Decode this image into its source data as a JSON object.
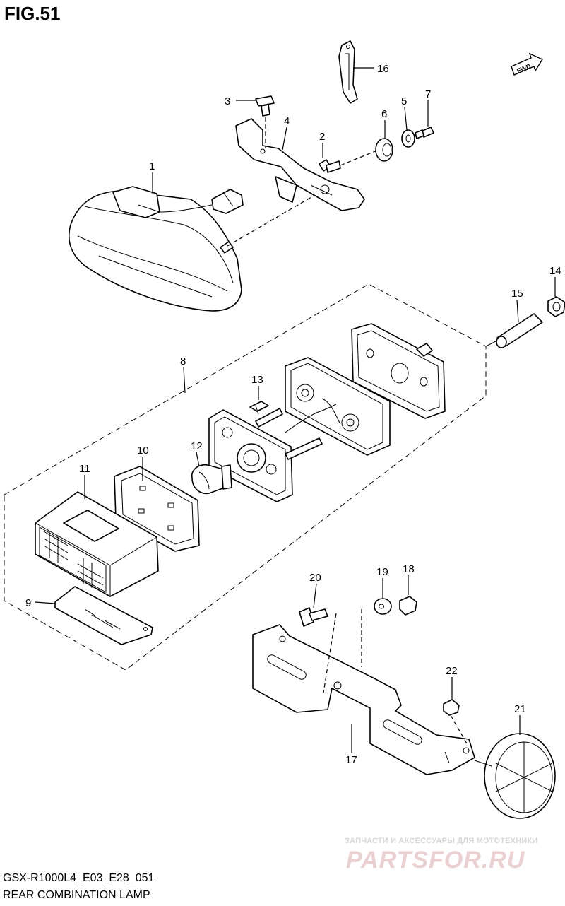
{
  "figure": {
    "title": "FIG.51",
    "fwd_label": "FWD",
    "model_code": "GSX-R1000L4_E03_E28_051",
    "section_title": "REAR COMBINATION LAMP"
  },
  "callouts": [
    "1",
    "2",
    "3",
    "4",
    "5",
    "6",
    "7",
    "8",
    "9",
    "10",
    "11",
    "12",
    "13",
    "14",
    "15",
    "16",
    "17",
    "18",
    "19",
    "20",
    "21",
    "22"
  ],
  "watermark": {
    "caption": "ЗАПЧАСТИ И АКСЕССУАРЫ ДЛЯ МОТОТЕХНИКИ",
    "brand": "PARTSFOR.RU",
    "color": "#d9d9d9",
    "brand_color": "#e8c9c9"
  }
}
